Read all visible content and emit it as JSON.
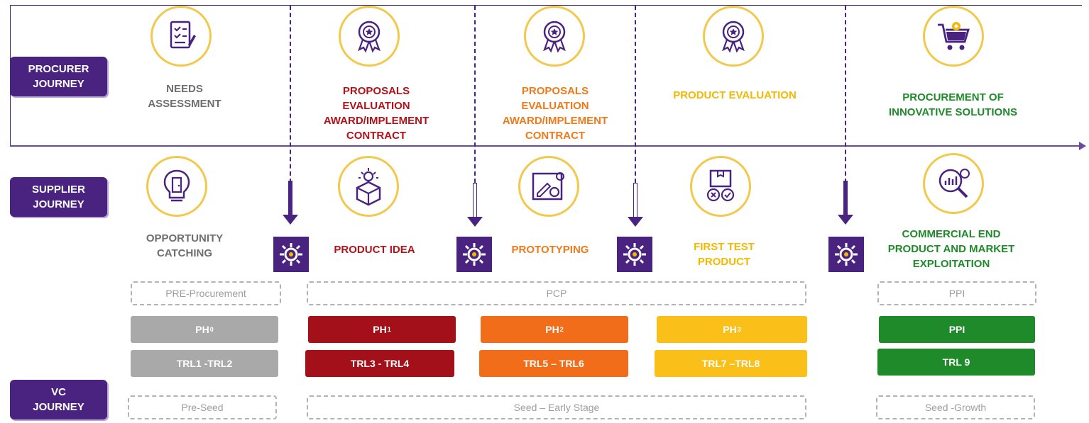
{
  "journeys": {
    "procurer": [
      "PROCURER",
      "JOURNEY"
    ],
    "supplier": [
      "SUPPLIER",
      "JOURNEY"
    ],
    "vc": [
      "VC",
      "JOURNEY"
    ]
  },
  "procurer_stages": [
    {
      "lines": [
        "NEEDS",
        "ASSESSMENT"
      ],
      "icon": "checklist-icon"
    },
    {
      "lines": [
        "PROPOSALS",
        "EVALUATION",
        "AWARD/IMPLEMENT",
        "CONTRACT"
      ],
      "icon": "award-badge-icon"
    },
    {
      "lines": [
        "PROPOSALS",
        "EVALUATION",
        "AWARD/IMPLEMENT",
        "CONTRACT"
      ],
      "icon": "award-badge-icon"
    },
    {
      "lines": [
        "PRODUCT EVALUATION"
      ],
      "icon": "award-badge-icon"
    },
    {
      "lines": [
        "PROCUREMENT OF",
        "INNOVATIVE SOLUTIONS"
      ],
      "icon": "shopping-cart-gear-icon"
    }
  ],
  "supplier_stages": [
    {
      "lines": [
        "OPPORTUNITY",
        "CATCHING"
      ],
      "icon": "lightbulb-door-icon"
    },
    {
      "lines": [
        "PRODUCT IDEA"
      ],
      "icon": "idea-box-icon"
    },
    {
      "lines": [
        "PROTOTYPING"
      ],
      "icon": "blueprint-icon"
    },
    {
      "lines": [
        "FIRST TEST",
        "PRODUCT"
      ],
      "icon": "test-box-icon"
    },
    {
      "lines": [
        "COMMERCIAL END",
        "PRODUCT AND MARKET",
        "EXPLOITATION"
      ],
      "icon": "analytics-magnifier-icon"
    }
  ],
  "procurement_groups": {
    "pre": "PRE-Procurement",
    "pcp": "PCP",
    "ppi": "PPI"
  },
  "phases": [
    {
      "label": "PH",
      "sub": "0",
      "color": "#a9a9a9"
    },
    {
      "label": "PH",
      "sub": "1",
      "color": "#a3101a"
    },
    {
      "label": "PH",
      "sub": "2",
      "color": "#f26d1a"
    },
    {
      "label": "PH",
      "sub": "3",
      "color": "#fbbf1a"
    },
    {
      "label": "PPI",
      "sub": "",
      "color": "#1f8a2a"
    }
  ],
  "trl": [
    {
      "label": "TRL1 -TRL2",
      "color": "#a9a9a9"
    },
    {
      "label": "TRL3 - TRL4",
      "color": "#a3101a"
    },
    {
      "label": "TRL5 – TRL6",
      "color": "#f26d1a"
    },
    {
      "label": "TRL7 –TRL8",
      "color": "#fbbf1a"
    },
    {
      "label": "TRL 9",
      "color": "#1f8a2a"
    }
  ],
  "vc_stages": {
    "pre_seed": "Pre-Seed",
    "seed": "Seed – Early Stage",
    "growth": "Seed -Growth"
  }
}
